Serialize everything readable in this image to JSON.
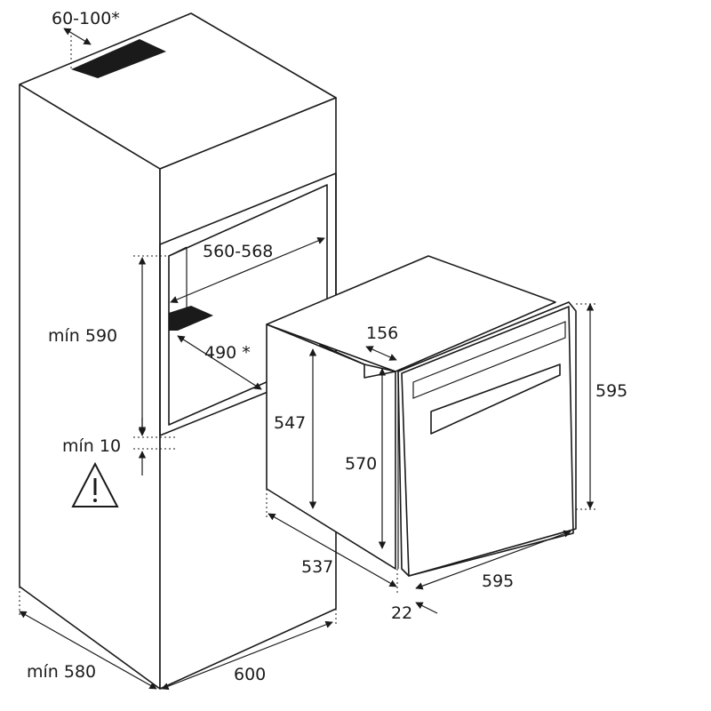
{
  "diagram": {
    "labels": {
      "vent_top": "60-100*",
      "niche_width": "560-568",
      "niche_height": "mín 590",
      "vent_floor": "490 *",
      "gap_bottom": "mín 10",
      "oven_notch": "156",
      "oven_side_height": "547",
      "oven_body_height": "570",
      "oven_front_height": "595",
      "oven_depth": "537",
      "oven_width": "595",
      "door_thickness": "22",
      "cabinet_depth": "mín 580",
      "cabinet_width": "600"
    },
    "icons": {
      "warning": "warning-icon"
    }
  }
}
